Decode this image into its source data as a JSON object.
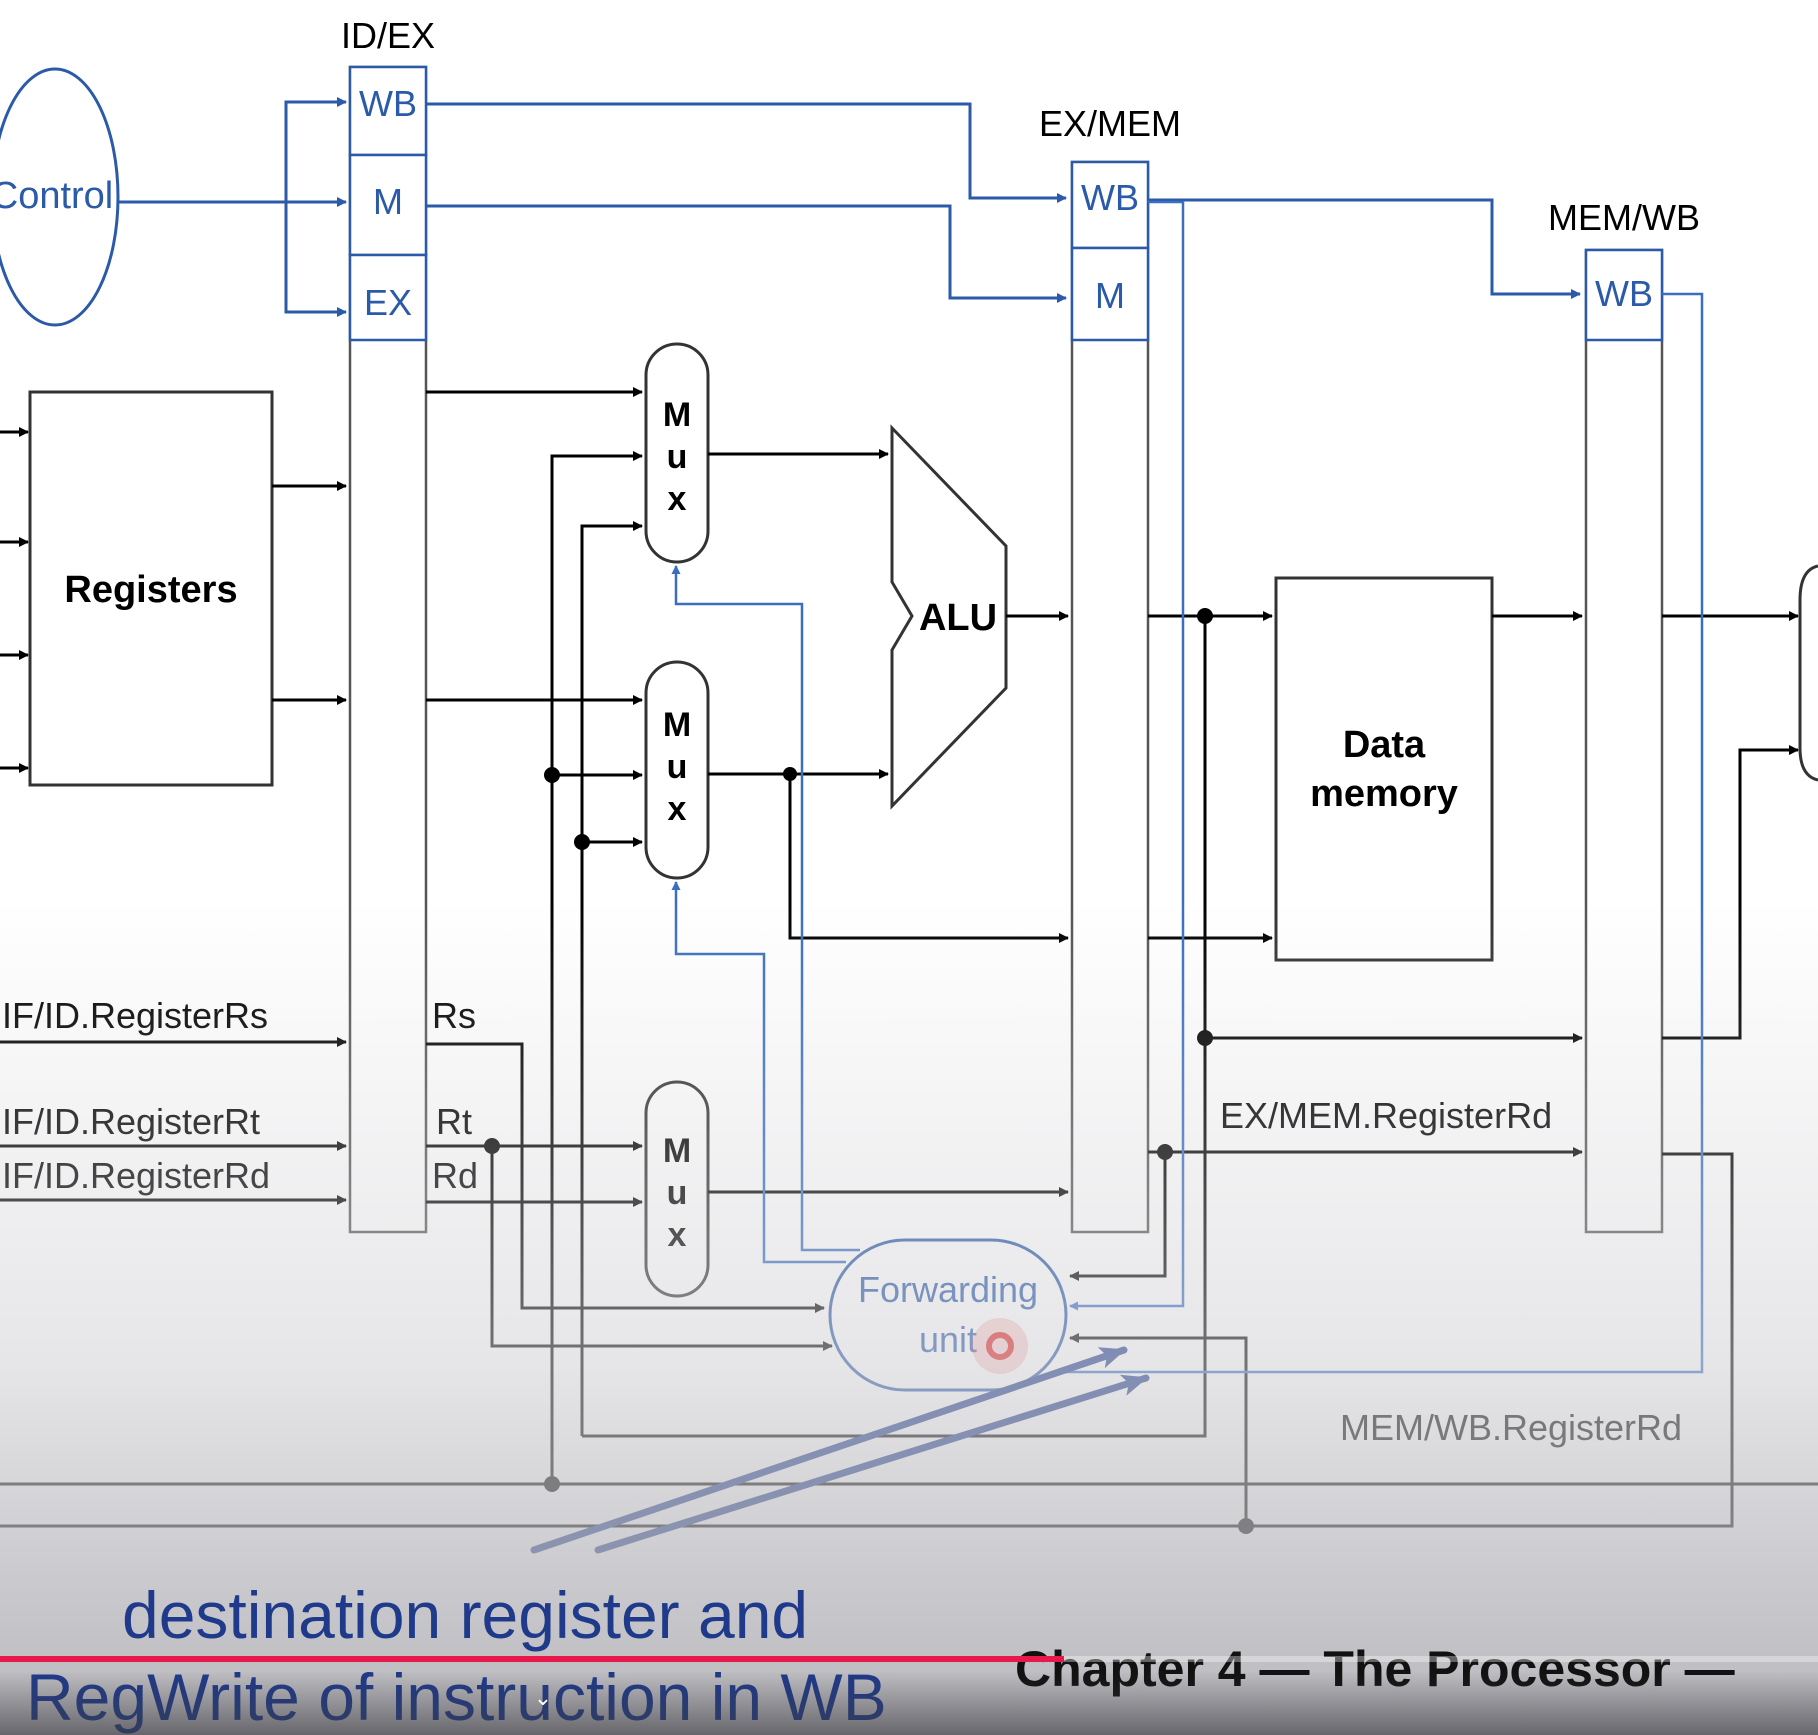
{
  "pipeline_registers": {
    "id_ex": {
      "title": "ID/EX",
      "fields": [
        "WB",
        "M",
        "EX"
      ]
    },
    "ex_mem": {
      "title": "EX/MEM",
      "fields": [
        "WB",
        "M"
      ]
    },
    "mem_wb": {
      "title": "MEM/WB",
      "fields": [
        "WB"
      ]
    }
  },
  "control": {
    "label": "Control"
  },
  "registers": {
    "label": "Registers"
  },
  "mux": {
    "letters": [
      "M",
      "u",
      "x"
    ]
  },
  "alu": {
    "label": "ALU"
  },
  "data_memory": {
    "line1": "Data",
    "line2": "memory"
  },
  "forwarding_unit": {
    "line1": "Forwarding",
    "line2": "unit"
  },
  "signals": {
    "if_id_rs": "IF/ID.RegisterRs",
    "if_id_rt": "IF/ID.RegisterRt",
    "if_id_rd": "IF/ID.RegisterRd",
    "rs": "Rs",
    "rt": "Rt",
    "rd": "Rd",
    "ex_mem_rd": "EX/MEM.RegisterRd",
    "mem_wb_rd": "MEM/WB.RegisterRd"
  },
  "annotation": {
    "line1": "destination register and",
    "line2": "RegWrite of instruction in WB"
  },
  "footer": {
    "chapter": "Chapter 4 — The Processor —"
  },
  "video": {
    "progress": 0.585
  },
  "colors": {
    "control_blue": "#2b5aa8",
    "annotation_blue": "#1f3a8a",
    "progress": "#e8194a"
  }
}
